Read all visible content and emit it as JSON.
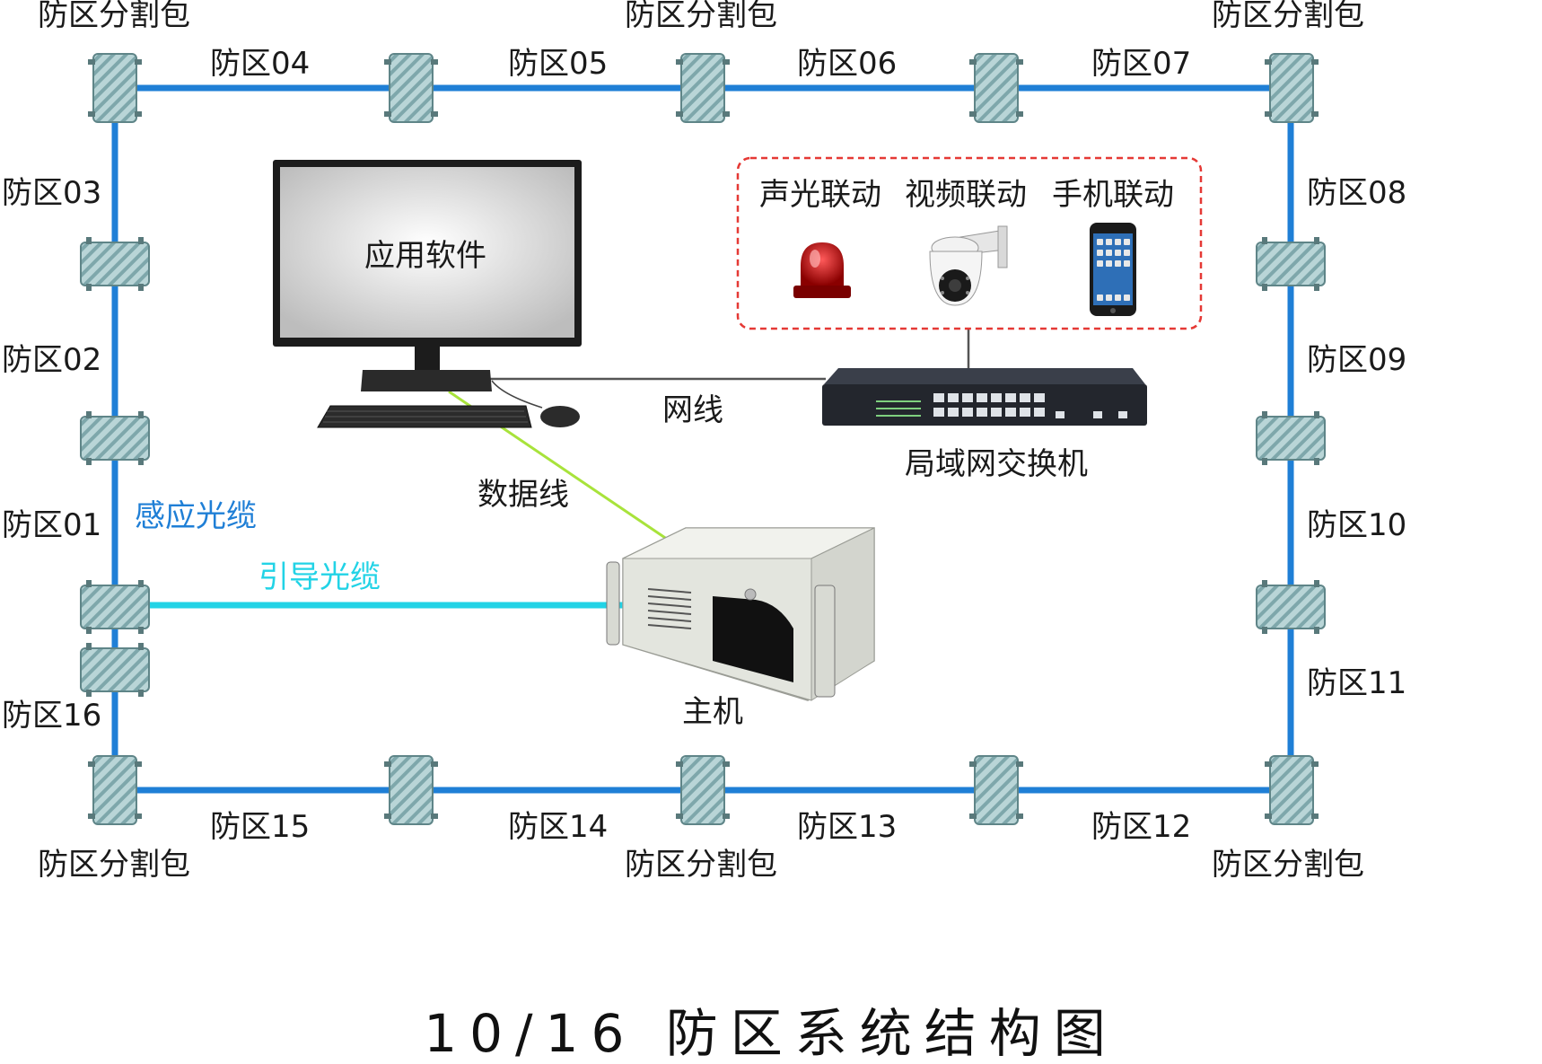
{
  "title": "10/16 防区系统结构图",
  "splitter_label": "防区分割包",
  "zones": {
    "z01": "防区01",
    "z02": "防区02",
    "z03": "防区03",
    "z04": "防区04",
    "z05": "防区05",
    "z06": "防区06",
    "z07": "防区07",
    "z08": "防区08",
    "z09": "防区09",
    "z10": "防区10",
    "z11": "防区11",
    "z12": "防区12",
    "z13": "防区13",
    "z14": "防区14",
    "z15": "防区15",
    "z16": "防区16"
  },
  "cables": {
    "sensing": "感应光缆",
    "lead": "引导光缆",
    "data": "数据线",
    "network": "网线"
  },
  "devices": {
    "monitor_screen": "应用软件",
    "switch": "局域网交换机",
    "host": "主机"
  },
  "linkage": {
    "sound_light": "声光联动",
    "video": "视频联动",
    "phone": "手机联动"
  },
  "colors": {
    "fiber": "#1f7fd6",
    "lead_fiber": "#22d3e6",
    "data_line": "#a8e33b",
    "network_line": "#555555",
    "linkage_border": "#e53935"
  }
}
